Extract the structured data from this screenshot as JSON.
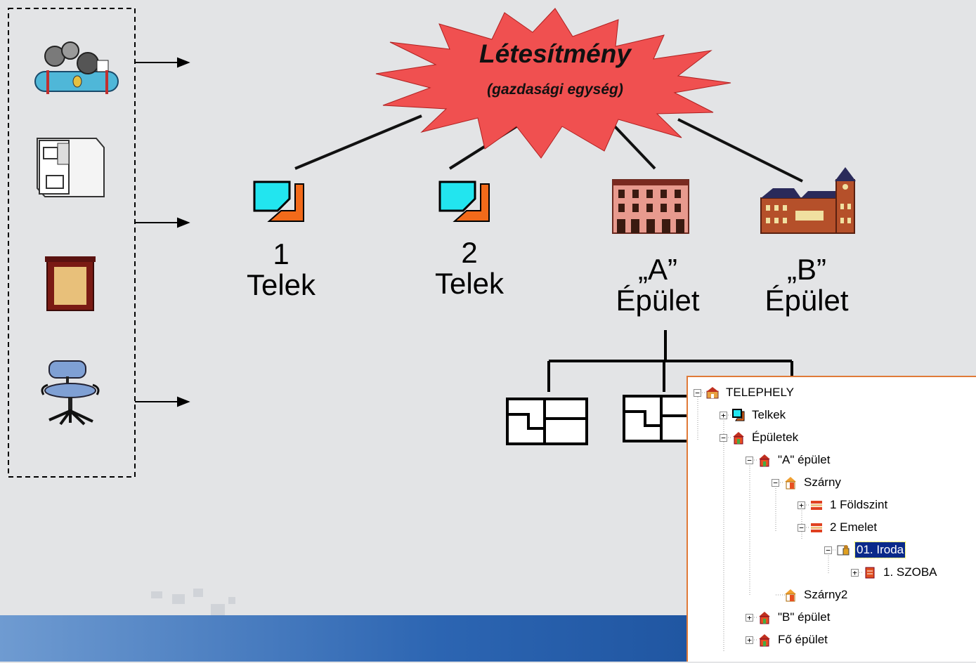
{
  "star": {
    "title": "Létesítmény",
    "subtitle": "(gazdasági egység)"
  },
  "nodes": {
    "telek1": {
      "number": "1",
      "name": "Telek"
    },
    "telek2": {
      "number": "2",
      "name": "Telek"
    },
    "epuletA": {
      "number": "„A”",
      "name": "Épület"
    },
    "epuletB": {
      "number": "„B”",
      "name": "Épület"
    }
  },
  "asset_icons": [
    "compressor-icon",
    "filing-cabinet-icon",
    "cabinet-icon",
    "office-chair-icon"
  ],
  "tree": {
    "items": [
      {
        "label": "TELEPHELY",
        "toggle": "−",
        "icon": "site-icon",
        "selected": false
      },
      {
        "label": "Telkek",
        "toggle": "+",
        "icon": "plot-icon",
        "selected": false
      },
      {
        "label": "Épületek",
        "toggle": "−",
        "icon": "building-icon",
        "selected": false
      },
      {
        "label": "\"A\" épület",
        "toggle": "−",
        "icon": "building-icon",
        "selected": false
      },
      {
        "label": "Szárny",
        "toggle": "−",
        "icon": "wing-icon",
        "selected": false
      },
      {
        "label": "1 Földszint",
        "toggle": "+",
        "icon": "floor-icon",
        "selected": false
      },
      {
        "label": "2 Emelet",
        "toggle": "−",
        "icon": "floor-icon",
        "selected": false
      },
      {
        "label": "01. Iroda",
        "toggle": "−",
        "icon": "office-icon",
        "selected": true
      },
      {
        "label": "1. SZOBA",
        "toggle": "+",
        "icon": "room-icon",
        "selected": false
      },
      {
        "label": "Szárny2",
        "toggle": "",
        "icon": "wing-icon",
        "selected": false
      },
      {
        "label": "\"B\" épület",
        "toggle": "+",
        "icon": "building-icon",
        "selected": false
      },
      {
        "label": "Fő épület",
        "toggle": "+",
        "icon": "building-icon",
        "selected": false
      }
    ]
  },
  "colors": {
    "background": "#e3e4e6",
    "star_fill": "#f05050",
    "tree_border": "#e07a38",
    "selection": "#0a2a8a"
  }
}
